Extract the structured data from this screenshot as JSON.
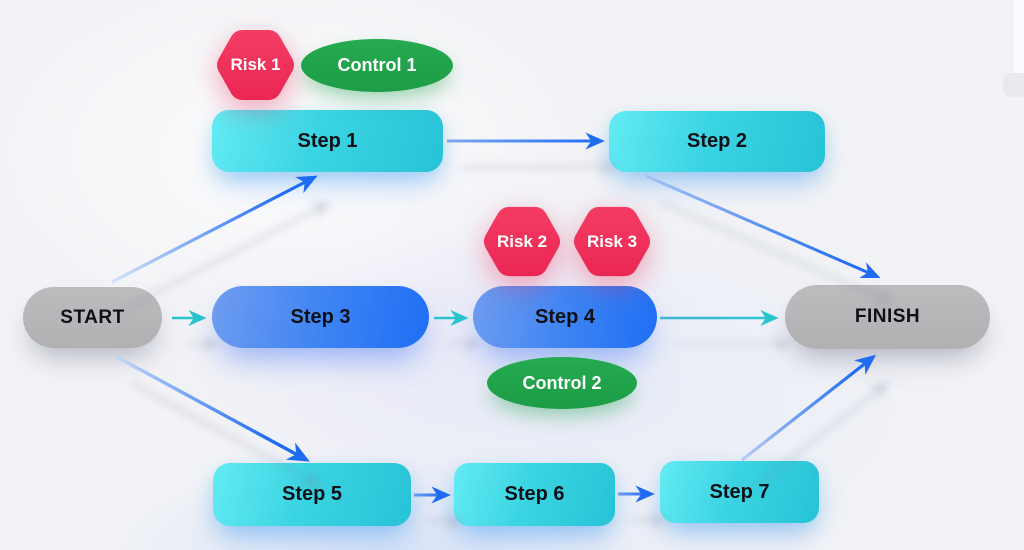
{
  "diagram": {
    "kind": "process-flow-with-risks-and-controls",
    "rows": 3
  },
  "nodes": {
    "start": {
      "label": "START",
      "type": "terminator"
    },
    "step1": {
      "label": "Step 1",
      "type": "process"
    },
    "step2": {
      "label": "Step 2",
      "type": "process"
    },
    "step3": {
      "label": "Step 3",
      "type": "process"
    },
    "step4": {
      "label": "Step 4",
      "type": "process"
    },
    "step5": {
      "label": "Step 5",
      "type": "process"
    },
    "step6": {
      "label": "Step 6",
      "type": "process"
    },
    "step7": {
      "label": "Step 7",
      "type": "process"
    },
    "finish": {
      "label": "FINISH",
      "type": "terminator"
    }
  },
  "risks": {
    "risk1": {
      "label": "Risk 1",
      "attached_to": "step1"
    },
    "risk2": {
      "label": "Risk 2",
      "attached_to": "step4"
    },
    "risk3": {
      "label": "Risk 3",
      "attached_to": "step4"
    }
  },
  "controls": {
    "control1": {
      "label": "Control 1",
      "attached_to": "step1"
    },
    "control2": {
      "label": "Control 2",
      "attached_to": "step4"
    }
  },
  "edges": [
    {
      "from": "start",
      "to": "step1",
      "color": "blue"
    },
    {
      "from": "start",
      "to": "step3",
      "color": "teal"
    },
    {
      "from": "start",
      "to": "step5",
      "color": "blue"
    },
    {
      "from": "step1",
      "to": "step2",
      "color": "blue"
    },
    {
      "from": "step2",
      "to": "finish",
      "color": "blue"
    },
    {
      "from": "step3",
      "to": "step4",
      "color": "teal"
    },
    {
      "from": "step4",
      "to": "finish",
      "color": "teal"
    },
    {
      "from": "step5",
      "to": "step6",
      "color": "blue"
    },
    {
      "from": "step6",
      "to": "step7",
      "color": "blue"
    },
    {
      "from": "step7",
      "to": "finish",
      "color": "blue"
    }
  ],
  "colors": {
    "process_cyan_start": "#63ebf4",
    "process_cyan_end": "#27c3d6",
    "process_blue_start": "#6f9df0",
    "process_blue_end": "#1f6ff5",
    "risk_pink": "#ef2e59",
    "control_green": "#1fa24a",
    "terminator_gray": "#b5b4b6",
    "arrow_blue": "#1e6cf2",
    "arrow_teal": "#29c3cd",
    "background": "#f2f3f6"
  }
}
